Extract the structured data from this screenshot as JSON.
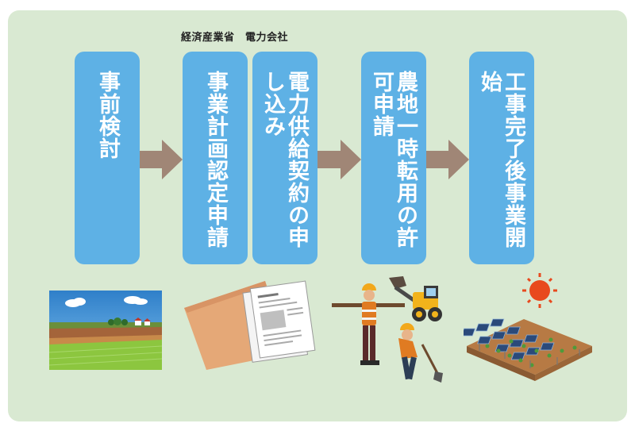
{
  "header": {
    "ministries": "経済産業省　電力会社"
  },
  "steps": [
    {
      "id": "step-1",
      "text": "事前検討"
    },
    {
      "id": "step-2",
      "text": "事業計画認定申請"
    },
    {
      "id": "step-3",
      "text": "電力供給契約の申し込み"
    },
    {
      "id": "step-4",
      "text": "農地一時転用の許可申請"
    },
    {
      "id": "step-5",
      "text": "工事完了後事業開始"
    }
  ],
  "colors": {
    "panel": "#d9e9d2",
    "step": "#5eb1e5",
    "arrow": "#a08676"
  },
  "illustrations": [
    "farmland-landscape",
    "application-documents",
    "construction-workers-excavator",
    "solar-sharing-farm-sun"
  ]
}
